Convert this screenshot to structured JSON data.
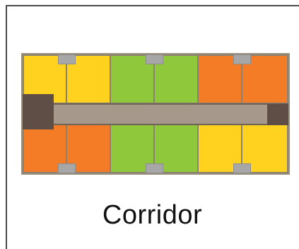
{
  "diagram": {
    "caption": "Corridor",
    "colors": {
      "yellow": "#ffd21f",
      "green": "#8fc83b",
      "orange": "#f47c26",
      "corridor": "#a6988b",
      "core": "#5e4e46",
      "door": "#a7a7a7",
      "frame": "#4a4a4a"
    },
    "top_row": [
      "yellow",
      "yellow",
      "green",
      "green",
      "orange",
      "orange"
    ],
    "bottom_row": [
      "orange",
      "orange",
      "green",
      "green",
      "yellow",
      "yellow"
    ]
  }
}
